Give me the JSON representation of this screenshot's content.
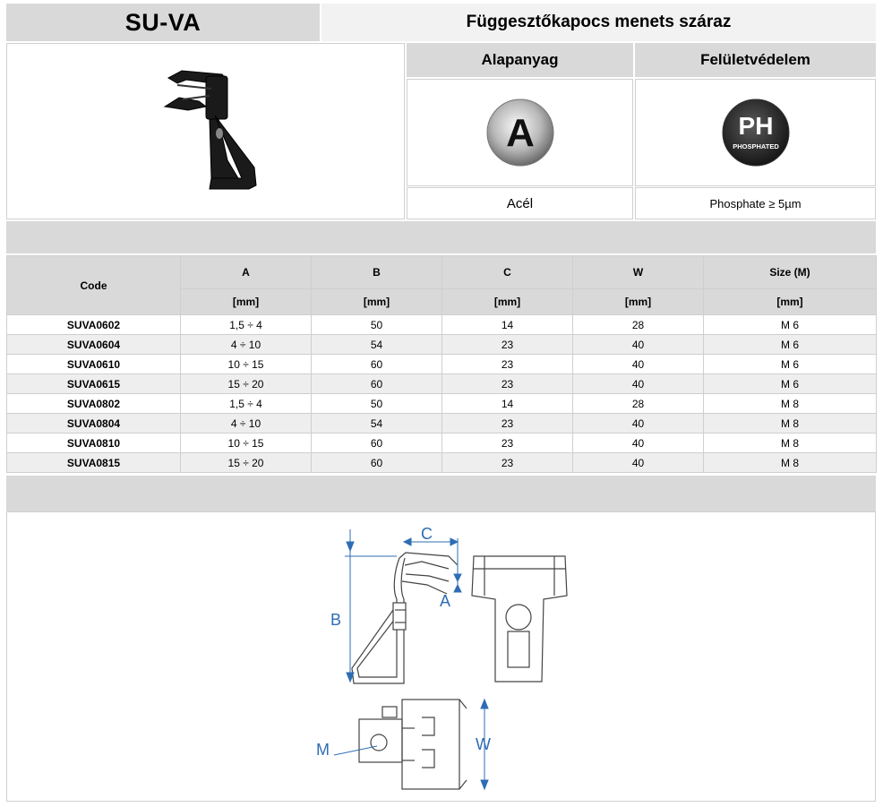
{
  "header": {
    "product_code": "SU-VA",
    "product_name": "Függesztőkapocs menets száraz"
  },
  "material": {
    "base_material_label": "Alapanyag",
    "surface_protection_label": "Felületvédelem",
    "base_material_icon_letter": "A",
    "surface_icon_letters": "PH",
    "surface_icon_caption": "PHOSPHATED",
    "base_material_value": "Acél",
    "surface_protection_value": "Phosphate ≥ 5µm"
  },
  "table": {
    "columns": [
      "Code",
      "A",
      "B",
      "C",
      "W",
      "Size (M)"
    ],
    "units": [
      "[mm]",
      "[mm]",
      "[mm]",
      "[mm]",
      "[mm]"
    ],
    "rows": [
      [
        "SUVA0602",
        "1,5 ÷ 4",
        "50",
        "14",
        "28",
        "M 6"
      ],
      [
        "SUVA0604",
        "4 ÷ 10",
        "54",
        "23",
        "40",
        "M 6"
      ],
      [
        "SUVA0610",
        "10 ÷ 15",
        "60",
        "23",
        "40",
        "M 6"
      ],
      [
        "SUVA0615",
        "15 ÷ 20",
        "60",
        "23",
        "40",
        "M 6"
      ],
      [
        "SUVA0802",
        "1,5 ÷ 4",
        "50",
        "14",
        "28",
        "M 8"
      ],
      [
        "SUVA0804",
        "4 ÷ 10",
        "54",
        "23",
        "40",
        "M 8"
      ],
      [
        "SUVA0810",
        "10 ÷ 15",
        "60",
        "23",
        "40",
        "M 8"
      ],
      [
        "SUVA0815",
        "15 ÷ 20",
        "60",
        "23",
        "40",
        "M 8"
      ]
    ]
  },
  "drawing": {
    "dim_labels": {
      "c": "C",
      "a": "A",
      "b": "B",
      "m": "M",
      "w": "W"
    },
    "dimension_color": "#2e6cb5"
  }
}
